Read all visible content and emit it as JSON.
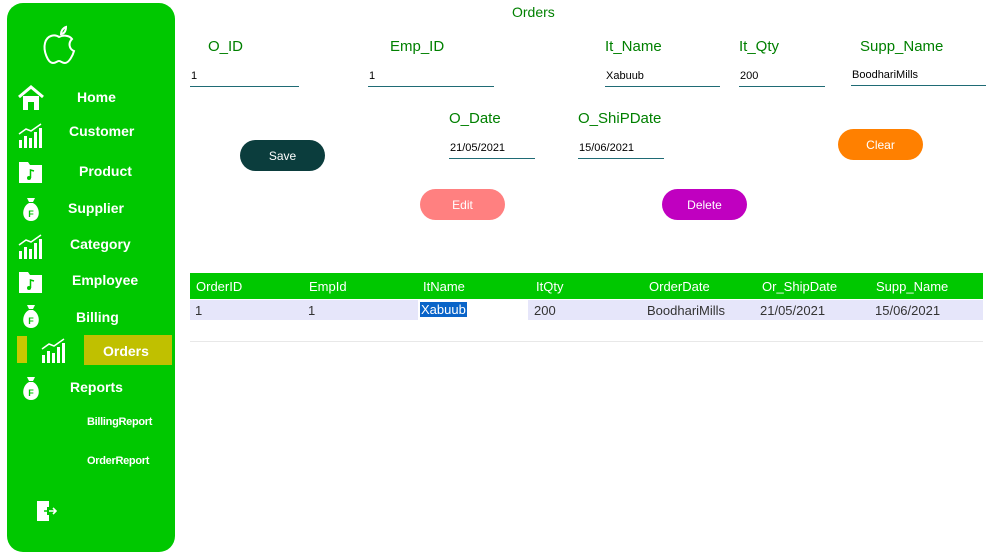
{
  "title": "Orders",
  "sidebar": {
    "items": [
      {
        "label": "Home",
        "icon": "home-icon"
      },
      {
        "label": "Customer",
        "icon": "chart-icon"
      },
      {
        "label": "Product",
        "icon": "music-folder-icon"
      },
      {
        "label": "Supplier",
        "icon": "money-bag-icon"
      },
      {
        "label": "Category",
        "icon": "chart-icon"
      },
      {
        "label": "Employee",
        "icon": "music-folder-icon"
      },
      {
        "label": "Billing",
        "icon": "money-bag-icon"
      },
      {
        "label": "Orders",
        "icon": "chart-icon"
      },
      {
        "label": "Reports",
        "icon": "money-bag-icon"
      }
    ],
    "subitems": [
      {
        "label": "BillingReport"
      },
      {
        "label": "OrderReport"
      }
    ],
    "active_color": "#c0c000",
    "color": "#00c800"
  },
  "form": {
    "o_id": {
      "label": "O_ID",
      "value": "1"
    },
    "emp_id": {
      "label": "Emp_ID",
      "value": "1"
    },
    "it_name": {
      "label": "It_Name",
      "value": "Xabuub"
    },
    "it_qty": {
      "label": "It_Qty",
      "value": "200"
    },
    "supp_name": {
      "label": "Supp_Name",
      "value": "BoodhariMills"
    },
    "o_date": {
      "label": "O_Date",
      "value": "21/05/2021"
    },
    "o_shipdate": {
      "label": "O_ShiPDate",
      "value": "15/06/2021"
    }
  },
  "buttons": {
    "save": {
      "label": "Save",
      "color": "#0b3d3d"
    },
    "clear": {
      "label": "Clear",
      "color": "#ff8000"
    },
    "edit": {
      "label": "Edit",
      "color": "#ff8080"
    },
    "delete": {
      "label": "Delete",
      "color": "#c000c0"
    }
  },
  "grid": {
    "columns": [
      "OrderID",
      "EmpId",
      "ItName",
      "ItQty",
      "OrderDate",
      "Or_ShipDate",
      "Supp_Name"
    ],
    "rows": [
      [
        "1",
        "1",
        "Xabuub",
        "200",
        "BoodhariMills",
        "21/05/2021",
        "15/06/2021"
      ]
    ]
  }
}
